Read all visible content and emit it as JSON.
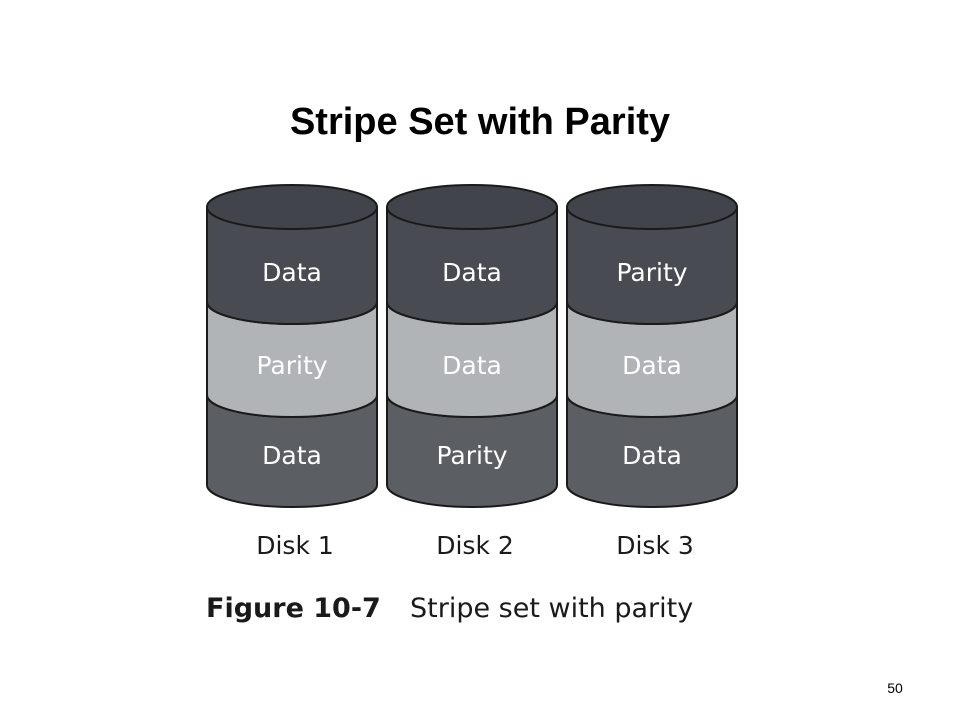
{
  "title": "Stripe Set with Parity",
  "disks": [
    {
      "label": "Disk 1",
      "segments": [
        "Data",
        "Parity",
        "Data"
      ]
    },
    {
      "label": "Disk 2",
      "segments": [
        "Data",
        "Data",
        "Parity"
      ]
    },
    {
      "label": "Disk 3",
      "segments": [
        "Parity",
        "Data",
        "Data"
      ]
    }
  ],
  "colors": {
    "dark_band": "#484c52",
    "light_band": "#b1b4b7",
    "bottom_band": "#5b5f64",
    "top_ellipse": "#41454b",
    "outline": "#1a1a1a"
  },
  "caption": {
    "number": "Figure 10-7",
    "text": "Stripe set with parity"
  },
  "page_number": "50"
}
